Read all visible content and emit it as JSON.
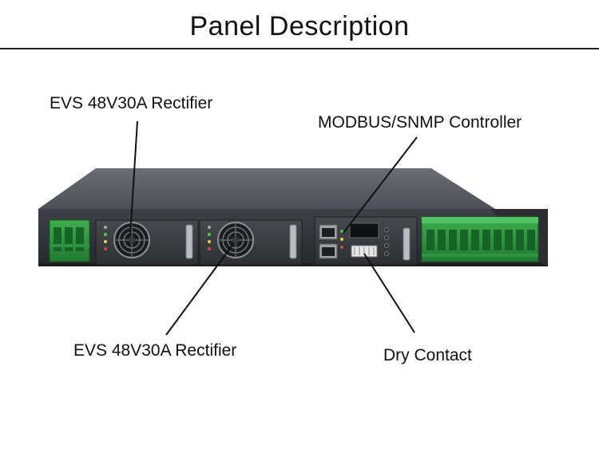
{
  "title": "Panel  Description",
  "labels": {
    "rectifier_top": "EVS 48V30A Rectifier",
    "controller": "MODBUS/SNMP Controller",
    "rectifier_bottom": "EVS 48V30A Rectifier",
    "dry_contact": "Dry Contact"
  }
}
